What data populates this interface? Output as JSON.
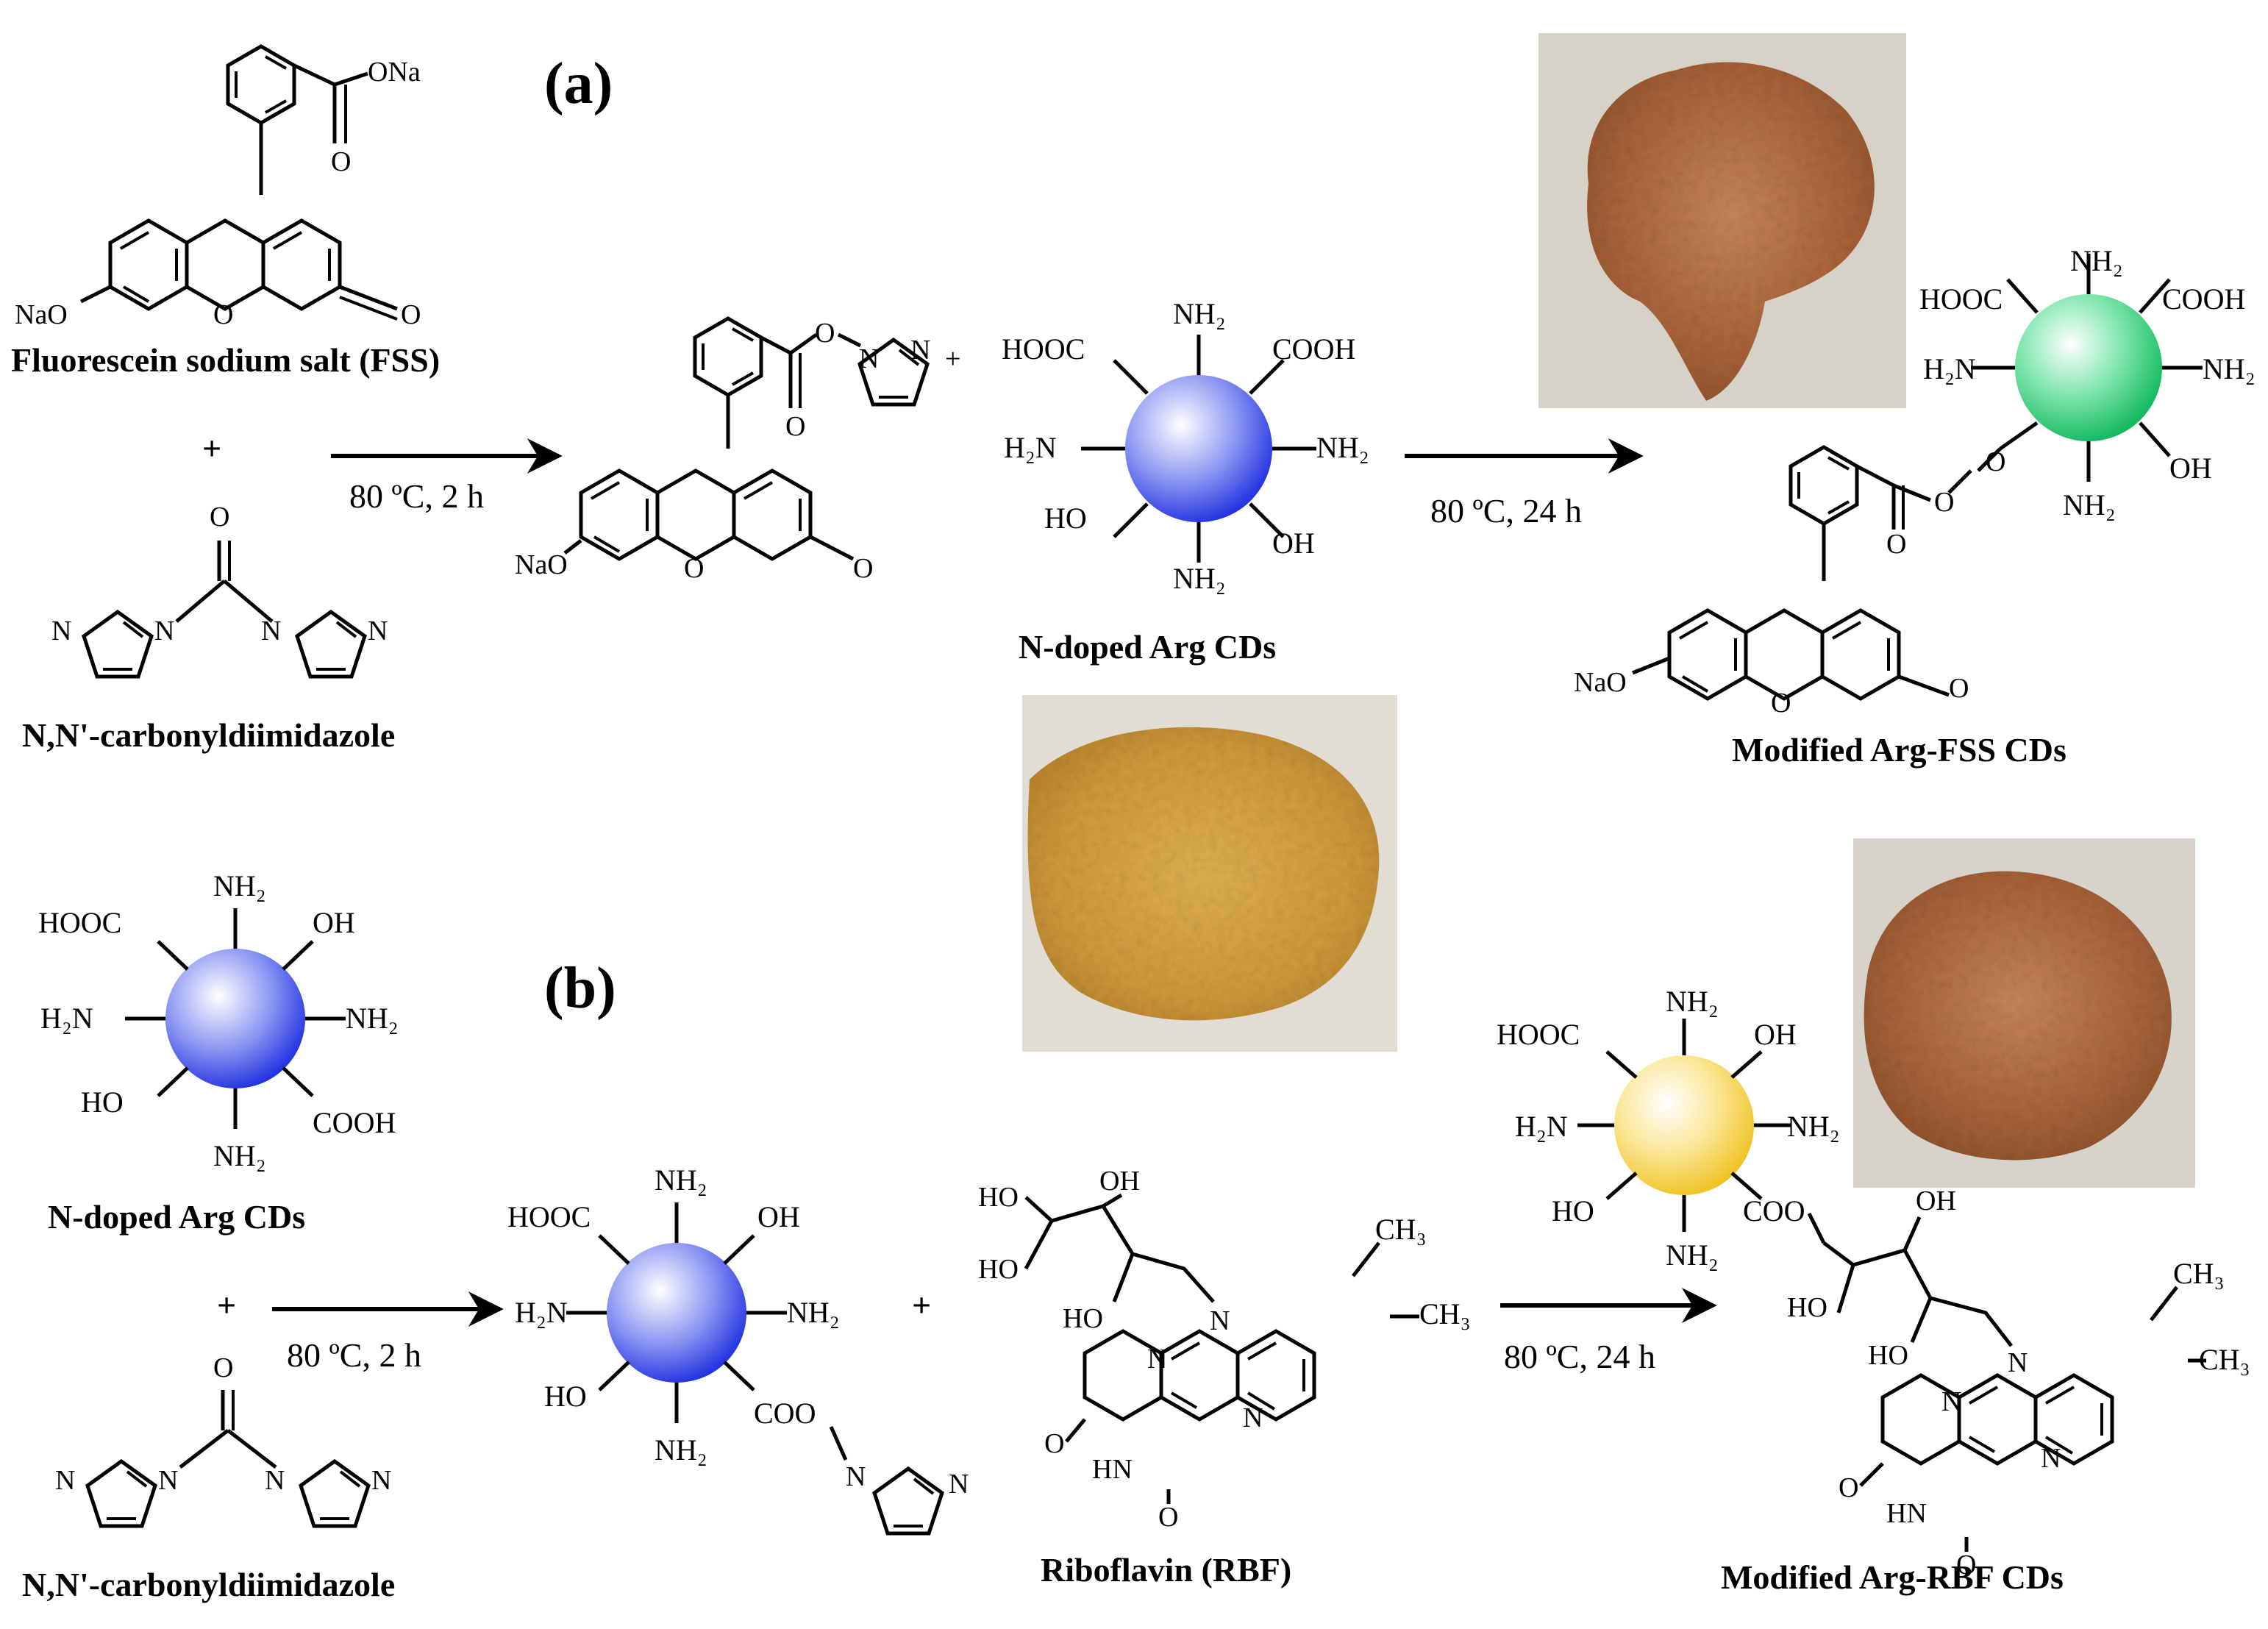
{
  "panels": {
    "a": "(a)",
    "b": "(b)"
  },
  "labels": {
    "fss": "Fluorescein sodium salt (FSS)",
    "cdi_a": "N,N'-carbonyldiimidazole",
    "cdi_b": "N,N'-carbonyldiimidazole",
    "arg_a": "N-doped Arg CDs",
    "arg_b": "N-doped Arg CDs",
    "mod_fss": "Modified Arg-FSS CDs",
    "rbf": "Riboflavin (RBF)",
    "mod_rbf": "Modified Arg-RBF CDs"
  },
  "operators": {
    "plus": "+"
  },
  "conditions": {
    "a1": "80 ºC, 2 h",
    "a2": "80 ºC, 24 h",
    "b1": "80 ºC, 2 h",
    "b2": "80 ºC, 24 h"
  },
  "groups": {
    "nh2": "NH₂",
    "h2n": "H₂N",
    "hooc": "HOOC",
    "cooh": "COOH",
    "ho": "HO",
    "oh": "OH",
    "coo": "COO",
    "ch3": "CH₃",
    "ona": "ONa",
    "nao": "NaO",
    "o": "O",
    "n": "N",
    "hn": "HN"
  },
  "colors": {
    "blue": "#1f2fe0",
    "green": "#12c46a",
    "yellow": "#f2cc2a",
    "powder_brown": "#b06a40",
    "powder_yellow": "#d4a040",
    "photo_bg": "#d8d4cc"
  }
}
